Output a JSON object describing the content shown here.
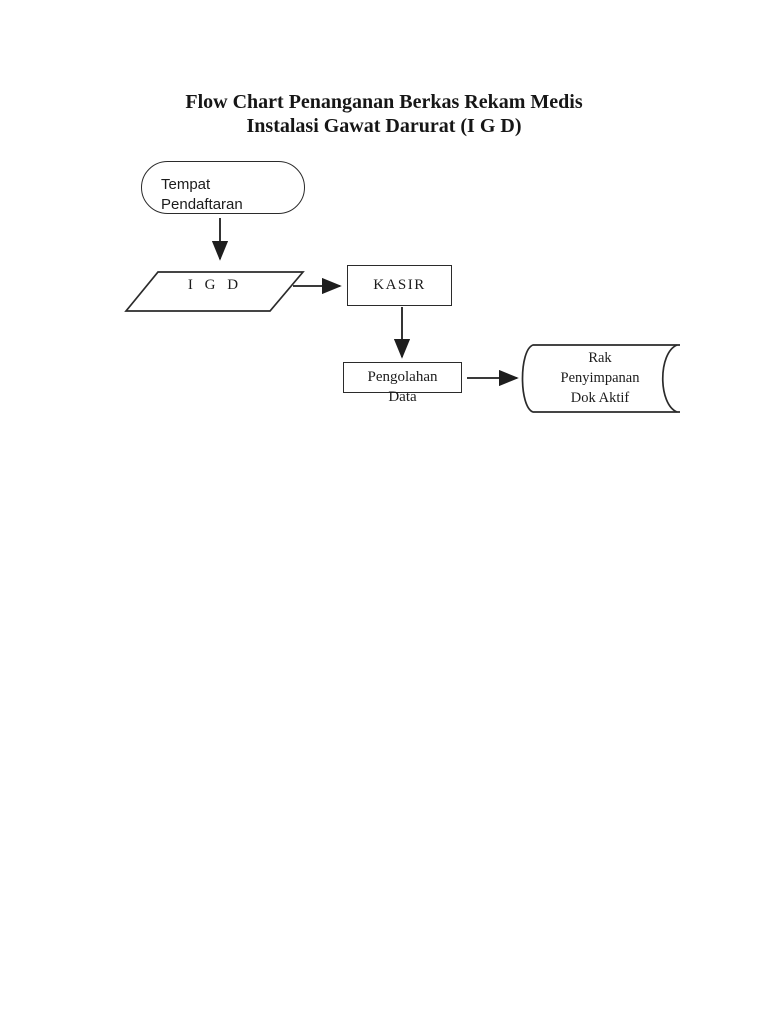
{
  "page": {
    "background_color": "#ffffff",
    "line_color": "#2b2b2b",
    "text_color": "#1c1c1c"
  },
  "title": {
    "line1": "Flow Chart Penanganan Berkas Rekam Medis",
    "line2": "Instalasi Gawat Darurat (I G D)"
  },
  "flowchart": {
    "tempat_pendaftaran": {
      "shape": "terminator-stadium",
      "lines": [
        "Tempat",
        "Pendaftaran"
      ]
    },
    "igd": {
      "shape": "input-output-parallelogram",
      "label": "I G D"
    },
    "kasir": {
      "shape": "process-rectangle",
      "label": "KASIR"
    },
    "pengolahan_data": {
      "shape": "process-rectangle",
      "lines": [
        "Pengolahan",
        "Data"
      ],
      "note": "second line overlaps bottom border"
    },
    "rak_penyimpanan": {
      "shape": "stored-data-cylinder",
      "lines": [
        "Rak",
        "Penyimpanan",
        "Dok Aktif"
      ]
    },
    "edges": [
      {
        "from": "tempat_pendaftaran",
        "to": "igd",
        "direction": "down"
      },
      {
        "from": "igd",
        "to": "kasir",
        "direction": "right"
      },
      {
        "from": "kasir",
        "to": "pengolahan_data",
        "direction": "down"
      },
      {
        "from": "pengolahan_data",
        "to": "rak_penyimpanan",
        "direction": "right"
      }
    ]
  }
}
